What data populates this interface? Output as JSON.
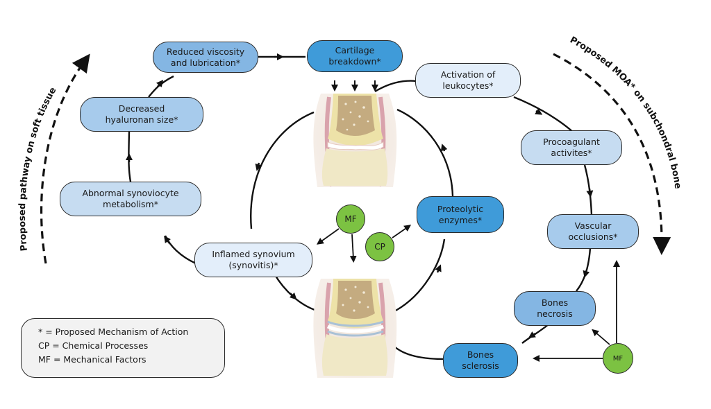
{
  "nodes": {
    "reduced_viscosity": "Reduced viscosity\nand lubrication*",
    "cartilage_breakdown": "Cartilage\nbreakdown*",
    "decreased_hyaluronan": "Decreased\nhyaluronan size*",
    "abnormal_synoviocyte": "Abnormal synoviocyte\nmetabolism*",
    "inflamed_synovium": "Inflamed synovium\n(synovitis)*",
    "activation_leukocytes": "Activation of\nleukocytes*",
    "procoagulant": "Procoagulant\nactivites*",
    "vascular_occlusions": "Vascular\nocclusions*",
    "bones_necrosis": "Bones\nnecrosis",
    "bones_sclerosis": "Bones\nsclerosis",
    "proteolytic_enzymes": "Proteolytic\nenzymes*"
  },
  "factors": {
    "mf_center": "MF",
    "cp_center": "CP",
    "mf_right": "MF"
  },
  "pathway_labels": {
    "left": "Proposed pathway on soft tissue",
    "right": "Proposed MOA* on subchondral bone"
  },
  "legend": {
    "lines": [
      "* = Proposed Mechanism of Action",
      "CP = Chemical Processes",
      "MF = Mechanical Factors"
    ]
  },
  "illustrations": {
    "top_joint": "damaged-knee-joint",
    "bottom_joint": "knee-joint"
  },
  "colors": {
    "factor_green": "#7cc242",
    "node_dark_blue": "#3f9bd9",
    "node_pale_blue": "#e3eefa"
  }
}
